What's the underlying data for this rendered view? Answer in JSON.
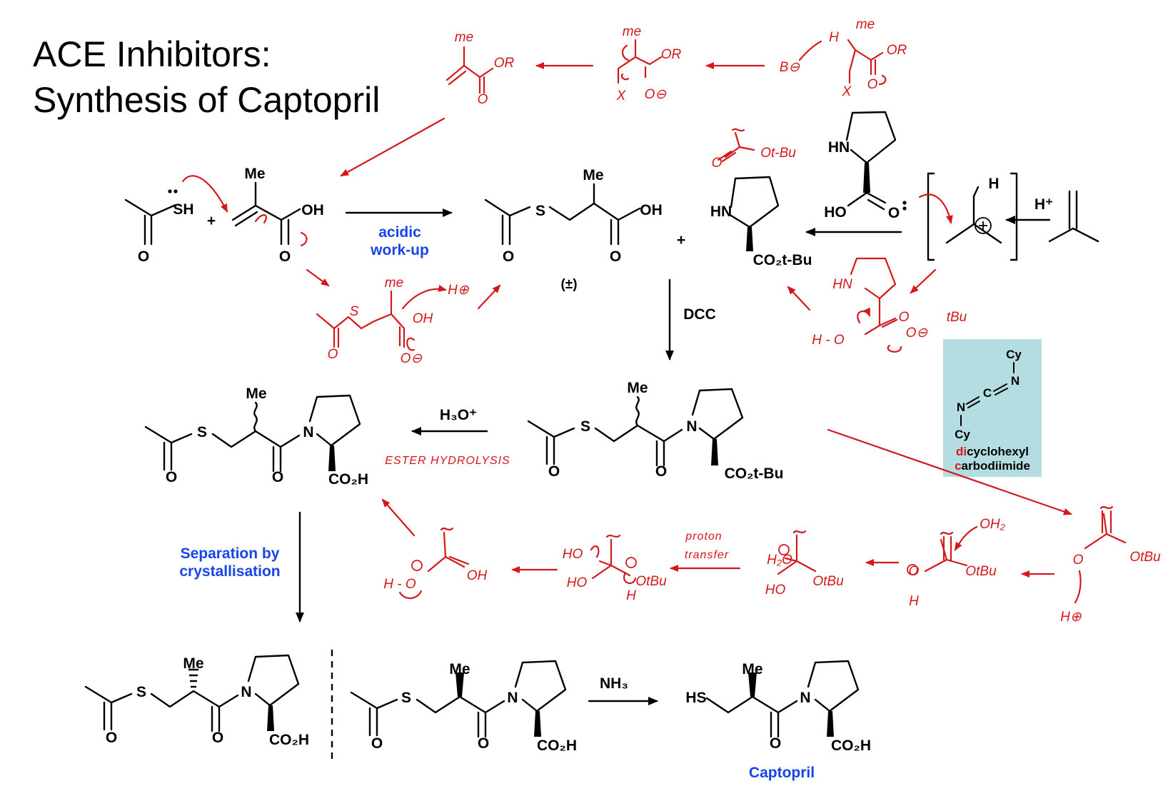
{
  "title": {
    "line1": "ACE Inhibitors:",
    "line2": "Synthesis of Captopril"
  },
  "atoms": {
    "me": "Me",
    "s": "S",
    "sh": "SH",
    "oh": "OH",
    "o": "O",
    "hn": "HN",
    "ho": "HO",
    "n": "N",
    "h": "H",
    "plus": "+",
    "racemic": "(±)",
    "co2tbu": "CO₂t-Bu",
    "co2h": "CO₂H",
    "hs": "HS",
    "cy": "Cy"
  },
  "reagents": {
    "acidic_workup_1": "acidic",
    "acidic_workup_2": "work-up",
    "dcc": "DCC",
    "h3o": "H₃O⁺",
    "h_plus": "H⁺",
    "nh3": "NH₃",
    "separation_1": "Separation by",
    "separation_2": "crystallisation",
    "captopril": "Captopril"
  },
  "dcc_box": {
    "name_line1_red": "di",
    "name_line1_rest": "cyclohexyl",
    "name_line2_red": "c",
    "name_line2_rest": "arbodiimide"
  },
  "annotations": {
    "me": "me",
    "or": "OR",
    "o": "O",
    "x": "X",
    "oh": "OH",
    "h": "H",
    "o_minus": "O⊖",
    "b_minus": "B⊖",
    "h_plus": "H⊕",
    "ot_bu": "Ot-Bu",
    "hn": "HN",
    "h_o": "H - O",
    "tbu": "tBu",
    "otbu": "OtBu",
    "ho": "HO",
    "oh2": "OH₂",
    "h2o": "H₂O",
    "ester_hydrolysis": "ESTER HYDROLYSIS",
    "proton": "proton",
    "transfer": "transfer"
  },
  "colors": {
    "red": "#d5171c",
    "blue": "#1746e8",
    "box": "#b4dde1"
  }
}
